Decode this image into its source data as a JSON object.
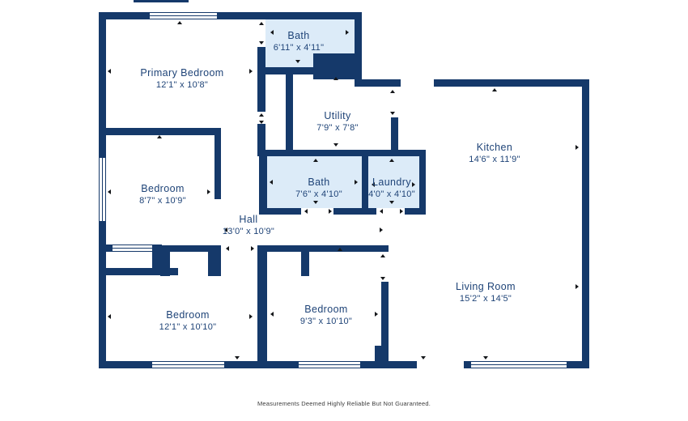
{
  "plan": {
    "rooms": [
      {
        "id": "primary-bedroom",
        "name": "Primary Bedroom",
        "dims": "12'1\" x 10'8\""
      },
      {
        "id": "bath-top",
        "name": "Bath",
        "dims": "6'11\" x 4'11\""
      },
      {
        "id": "utility",
        "name": "Utility",
        "dims": "7'9\" x 7'8\""
      },
      {
        "id": "kitchen",
        "name": "Kitchen",
        "dims": "14'6\" x 11'9\""
      },
      {
        "id": "bedroom-left",
        "name": "Bedroom",
        "dims": "8'7\" x 10'9\""
      },
      {
        "id": "bath-middle",
        "name": "Bath",
        "dims": "7'6\" x 4'10\""
      },
      {
        "id": "laundry",
        "name": "Laundry",
        "dims": "4'0\" x 4'10\""
      },
      {
        "id": "hall",
        "name": "Hall",
        "dims": "13'0\" x 10'9\""
      },
      {
        "id": "bedroom-bottom-left",
        "name": "Bedroom",
        "dims": "12'1\" x 10'10\""
      },
      {
        "id": "bedroom-bottom-middle",
        "name": "Bedroom",
        "dims": "9'3\" x 10'10\""
      },
      {
        "id": "living-room",
        "name": "Living Room",
        "dims": "15'2\" x 14'5\""
      }
    ],
    "footer": "Measurements Deemed Highly Reliable But Not Guaranteed.",
    "colors": {
      "wall": "#15396a",
      "wet_room_fill": "#dcebf8",
      "label_text": "#1e4377",
      "floor": "#ffffff"
    }
  }
}
